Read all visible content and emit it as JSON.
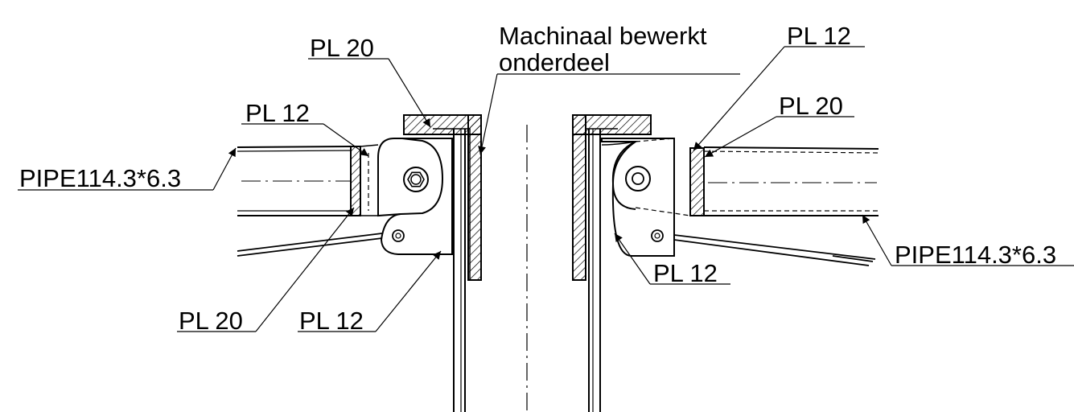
{
  "labels": {
    "pl20_top_left": "PL 20",
    "machined_line1": "Machinaal bewerkt",
    "machined_line2": "onderdeel",
    "pl12_top_right": "PL 12",
    "pl12_left": "PL 12",
    "pl20_right": "PL 20",
    "pipe_left": "PIPE114.3*6.3",
    "pipe_right": "PIPE114.3*6.3",
    "pl12_right_lower": "PL 12",
    "pl20_bottom_left": "PL 20",
    "pl12_bottom_left": "PL 12"
  }
}
